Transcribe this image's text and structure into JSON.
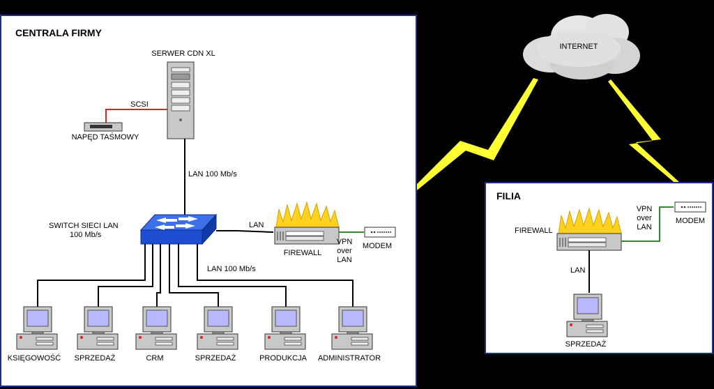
{
  "headquarters": {
    "title": "CENTRALA FIRMY",
    "server_label": "SERWER CDN XL",
    "scsi_label": "SCSI",
    "tape_label": "NAPĘD TAŚMOWY",
    "lan_server_label": "LAN 100 Mb/s",
    "switch_label_line1": "SWITCH   SIECI LAN",
    "switch_label_line2": "100 Mb/s",
    "lan_firewall_label": "LAN",
    "firewall_label": "FIREWALL",
    "vpn_line1": "VPN",
    "vpn_line2": "over",
    "vpn_line3": "LAN",
    "modem_label": "MODEM",
    "lan_pcs_label": "LAN 100 Mb/s",
    "workstations": [
      "KSIĘGOWOŚĆ",
      "SPRZEDAŻ",
      "CRM",
      "SPRZEDAŻ",
      "PRODUKCJA",
      "ADMINISTRATOR"
    ]
  },
  "internet": {
    "label": "INTERNET"
  },
  "branch": {
    "title": "FILIA",
    "firewall_label": "FIREWALL",
    "vpn_line1": "VPN",
    "vpn_line2": "over",
    "vpn_line3": "LAN",
    "modem_label": "MODEM",
    "lan_label": "LAN",
    "workstation_label": "SPRZEDAŻ"
  },
  "colors": {
    "background": "#000000",
    "panel": "#ffffff",
    "panel_border": "#1f2f8f",
    "switch": "#1d4fd0",
    "lightning": "#ffff33",
    "scsi_line": "#dd2222",
    "vpn_line": "#2e8b2e",
    "flame": "#ffd21f",
    "monitor_screen": "#b8b8ff"
  }
}
